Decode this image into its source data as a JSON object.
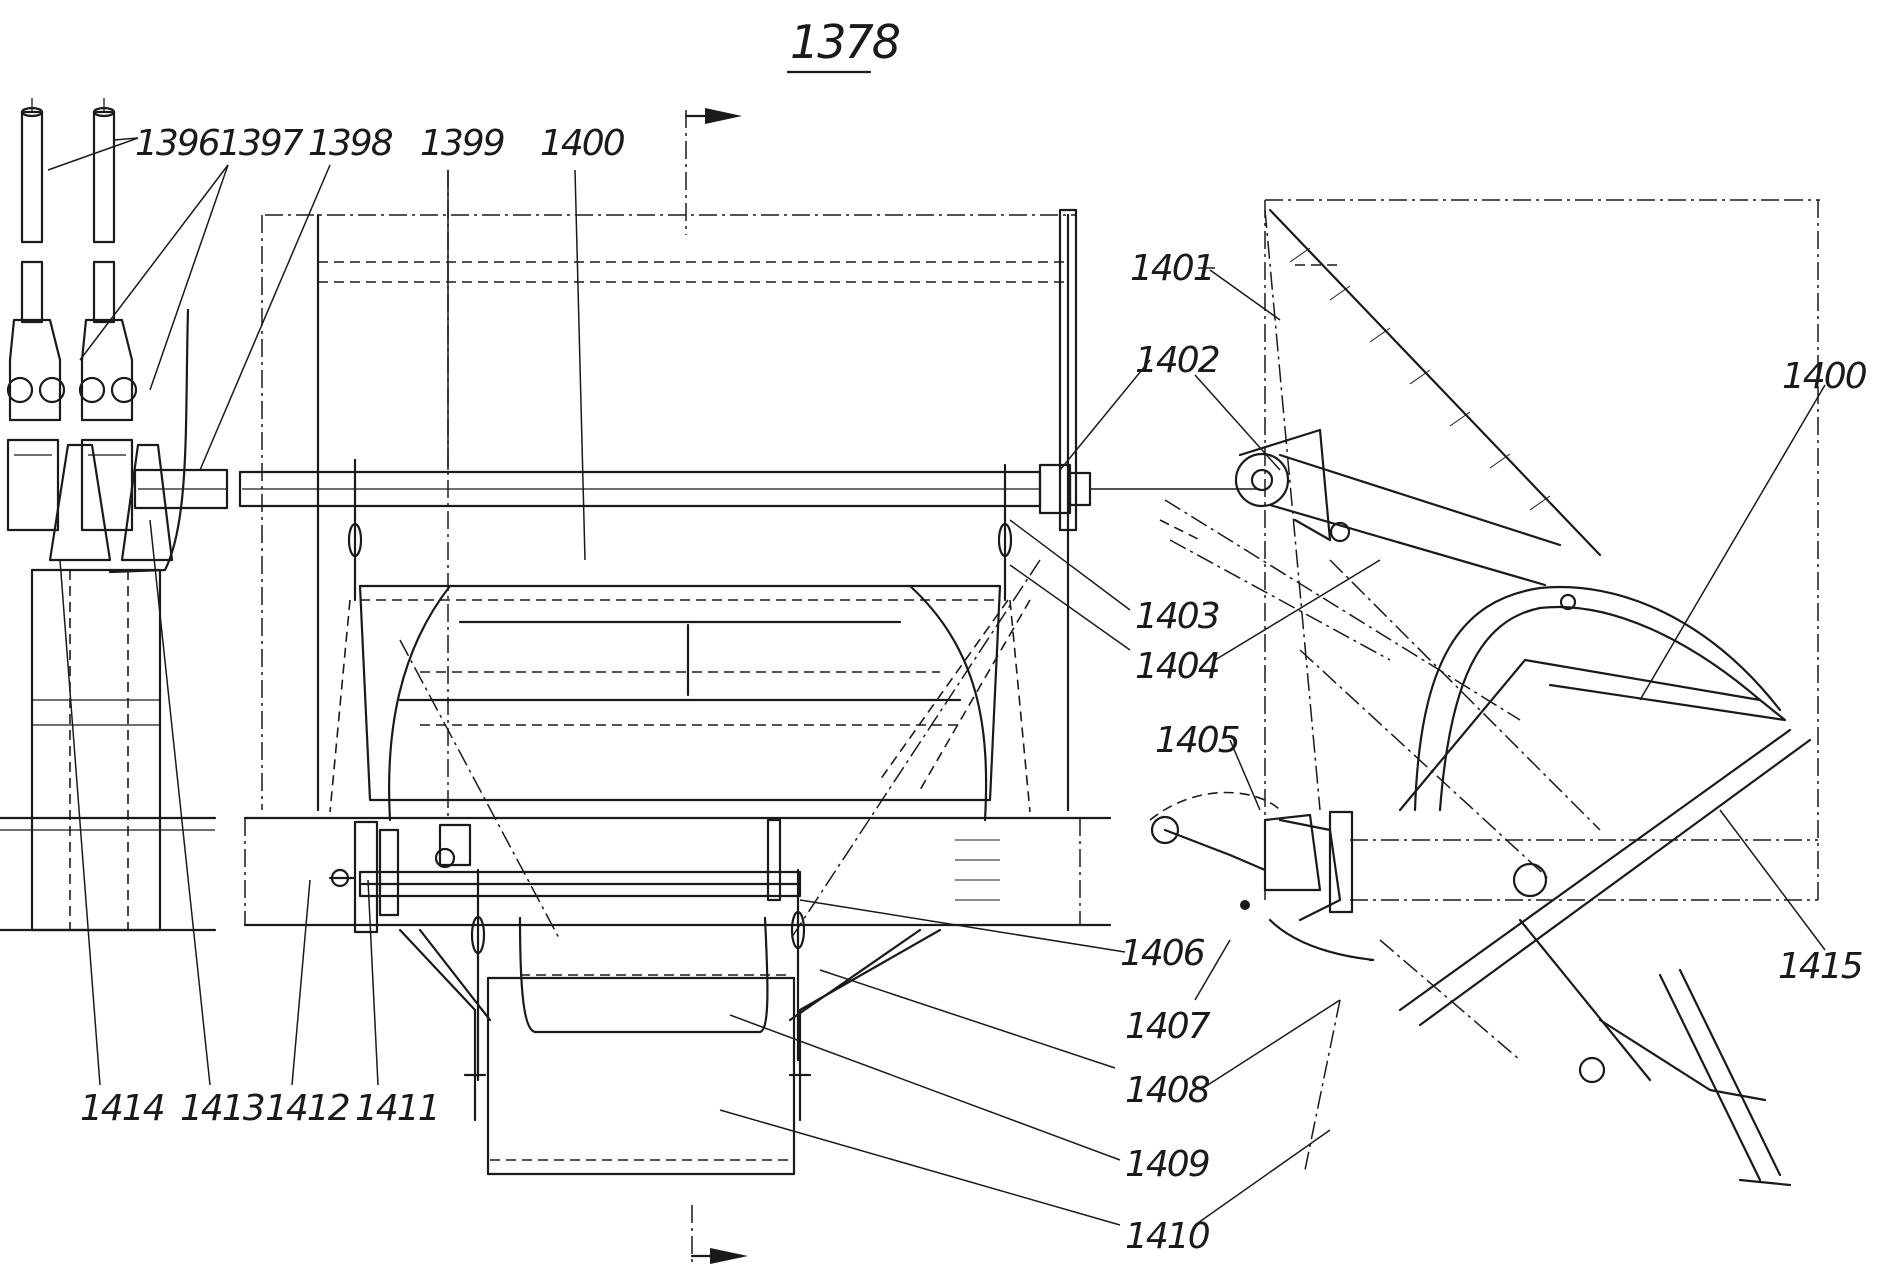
{
  "figure": {
    "number": "1378"
  },
  "labels": {
    "l1396": "1396",
    "l1397": "1397",
    "l1398": "1398",
    "l1399": "1399",
    "l1400a": "1400",
    "l1400b": "1400",
    "l1401": "1401",
    "l1402": "1402",
    "l1403": "1403",
    "l1404": "1404",
    "l1405": "1405",
    "l1406": "1406",
    "l1407": "1407",
    "l1408": "1408",
    "l1409": "1409",
    "l1410": "1410",
    "l1411": "1411",
    "l1412": "1412",
    "l1413": "1413",
    "l1414": "1414",
    "l1415": "1415"
  }
}
